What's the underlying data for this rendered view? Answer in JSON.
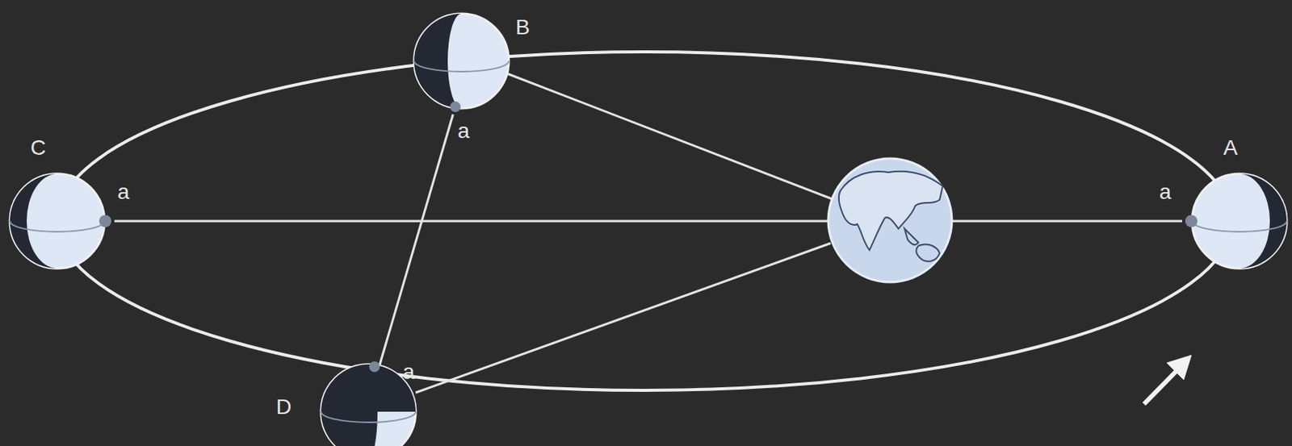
{
  "diagram": {
    "labels": [
      "B",
      "a",
      "C",
      "a",
      "a",
      "A",
      "a",
      "D"
    ]
  }
}
